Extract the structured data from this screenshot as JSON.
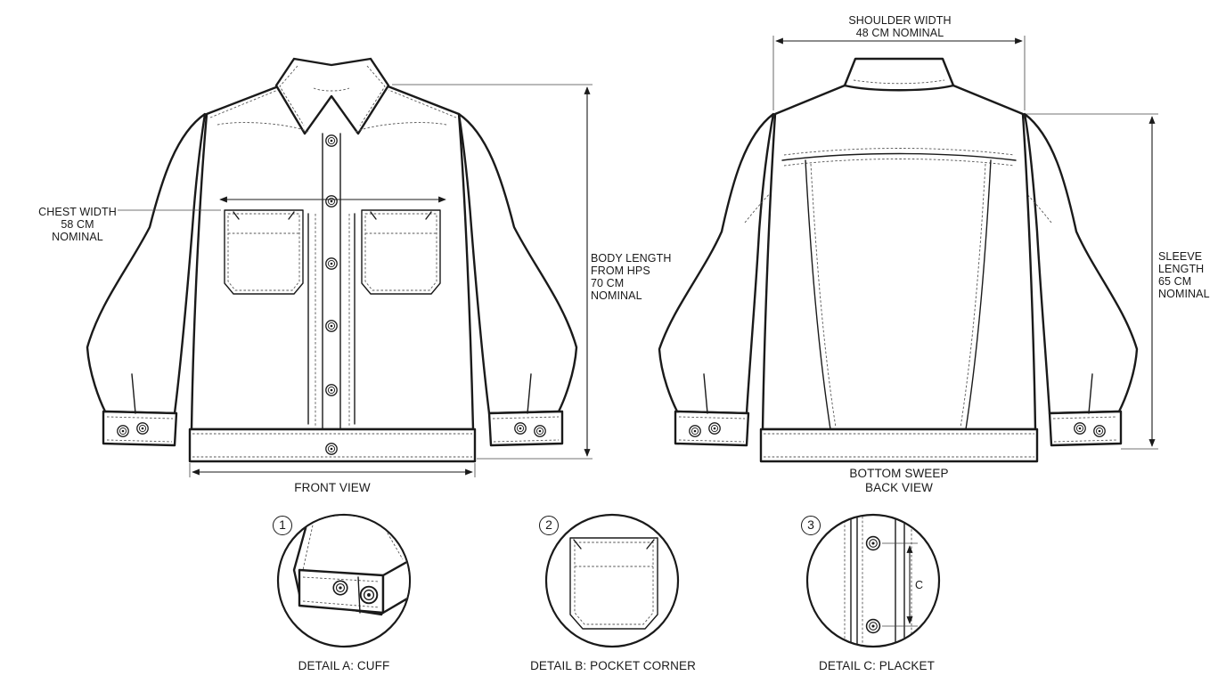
{
  "front_view": {
    "caption": "FRONT VIEW",
    "chest": [
      "CHEST WIDTH",
      "58 CM",
      "NOMINAL"
    ],
    "body_length": [
      "BODY LENGTH",
      "FROM HPS",
      "70 CM",
      "NOMINAL"
    ]
  },
  "back_view": {
    "shoulder": [
      "SHOULDER WIDTH",
      "48 CM NOMINAL"
    ],
    "sleeve": [
      "SLEEVE",
      "LENGTH",
      "65 CM",
      "NOMINAL"
    ],
    "caption": [
      "BOTTOM SWEEP",
      "BACK VIEW"
    ]
  },
  "details": [
    {
      "number": "1",
      "caption": "DETAIL A: CUFF"
    },
    {
      "number": "2",
      "caption": "DETAIL B: POCKET CORNER"
    },
    {
      "number": "3",
      "caption": "DETAIL C: PLACKET",
      "dimension_label": "C"
    }
  ],
  "line_color": "#1a1a1a",
  "stitch_color": "#555555"
}
